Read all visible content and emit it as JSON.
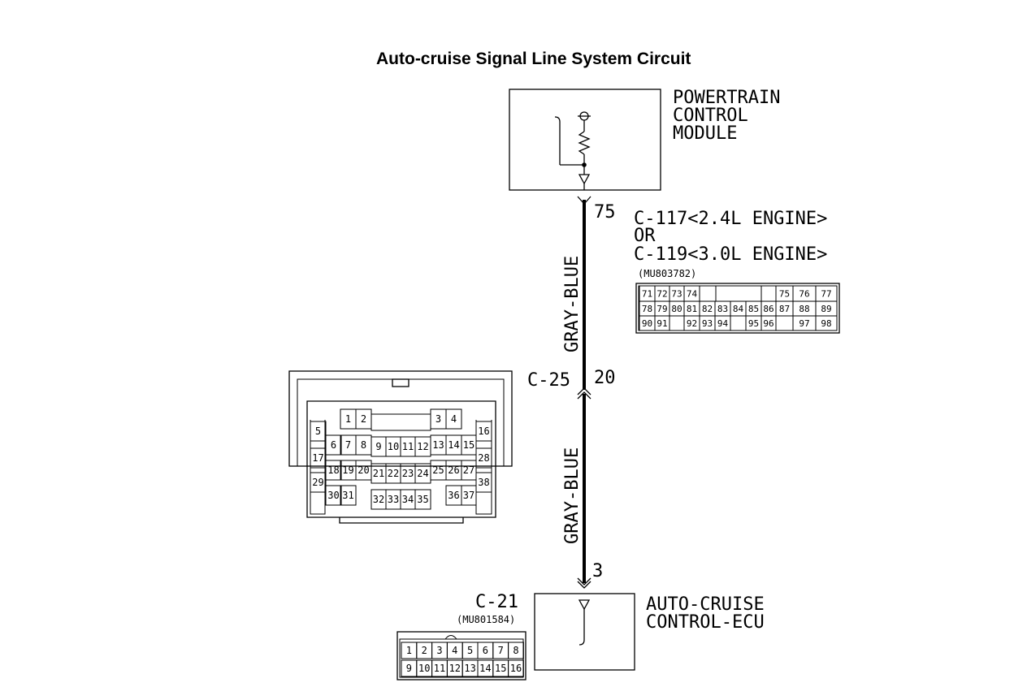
{
  "title": "Auto-cruise Signal Line System Circuit",
  "pcm": {
    "name_lines": [
      "POWERTRAIN",
      "CONTROL",
      "MODULE"
    ]
  },
  "ecu": {
    "name_lines": [
      "AUTO-CRUISE",
      "CONTROL-ECU"
    ]
  },
  "wire": {
    "color_upper": "GRAY-BLUE",
    "color_lower": "GRAY-BLUE"
  },
  "pins": {
    "pcm": "75",
    "junction": "20",
    "ecu": "3"
  },
  "connectors": {
    "c117": {
      "label_lines": [
        "C-117<2.4L ENGINE>",
        "OR",
        "C-119<3.0L ENGINE>"
      ],
      "part": "(MU803782)",
      "rows": [
        [
          "71",
          "72",
          "73",
          "74",
          "",
          "",
          "",
          "75",
          "76",
          "77"
        ],
        [
          "78",
          "79",
          "80",
          "81",
          "82",
          "83",
          "84",
          "85",
          "86",
          "87",
          "88",
          "89"
        ],
        [
          "90",
          "91",
          "",
          "92",
          "93",
          "94",
          "",
          "95",
          "96",
          "",
          "97",
          "98"
        ]
      ]
    },
    "c25": {
      "label": "C-25",
      "pins": [
        "1",
        "2",
        "3",
        "4",
        "5",
        "6",
        "7",
        "8",
        "9",
        "10",
        "11",
        "12",
        "13",
        "14",
        "15",
        "16",
        "17",
        "18",
        "19",
        "20",
        "21",
        "22",
        "23",
        "24",
        "25",
        "26",
        "27",
        "28",
        "29",
        "30",
        "31",
        "32",
        "33",
        "34",
        "35",
        "36",
        "37",
        "38"
      ]
    },
    "c21": {
      "label": "C-21",
      "part": "(MU801584)",
      "row1": [
        "1",
        "2",
        "3",
        "4",
        "5",
        "6",
        "7",
        "8"
      ],
      "row2": [
        "9",
        "10",
        "11",
        "12",
        "13",
        "14",
        "15",
        "16"
      ]
    }
  }
}
